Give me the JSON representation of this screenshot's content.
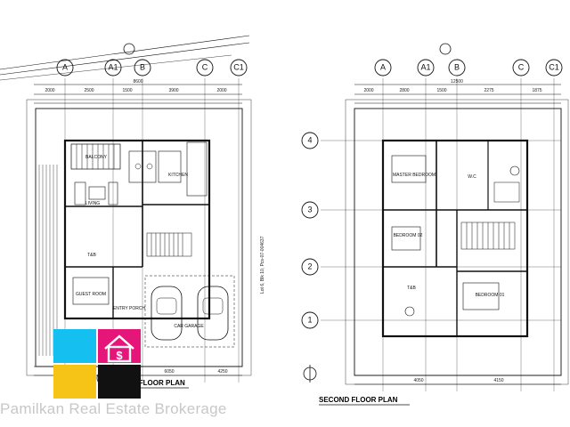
{
  "title_ground": "GROUND FLOOR PLAN",
  "title_second": "SECOND FLOOR PLAN",
  "grid_cols": [
    "A",
    "A1",
    "B",
    "C",
    "C1"
  ],
  "grid_rows_right": [
    "4",
    "3",
    "2",
    "1"
  ],
  "ground_rooms": [
    {
      "name": "BALCONY"
    },
    {
      "name": "KITCHEN"
    },
    {
      "name": "LIVING"
    },
    {
      "name": "GUEST ROOM"
    },
    {
      "name": "ENTRY PORCH"
    },
    {
      "name": "CAR GARAGE"
    },
    {
      "name": "T&B"
    }
  ],
  "second_rooms": [
    {
      "name": "MASTER BEDROOM"
    },
    {
      "name": "BEDROOM 02"
    },
    {
      "name": "BEDROOM 01"
    },
    {
      "name": "T&B"
    },
    {
      "name": "W.C"
    }
  ],
  "dims_top_left": [
    "2000",
    "2500",
    "1500",
    "3900",
    "2000"
  ],
  "dims_top_right": [
    "2000",
    "2800",
    "1500",
    "2275",
    "1875"
  ],
  "dims_bottom_left": [
    "4000",
    "6050",
    "4250"
  ],
  "dims_bottom_right": [
    "4050",
    "4150"
  ],
  "total_left": "8600",
  "total_right": "12500",
  "side_label": "Lot 6, Blk 10, Pcs-07-004637",
  "brand": {
    "watermark": "Pamilkan Real Estate Brokerage",
    "logo_colors": [
      "#15bff0",
      "#e6157a",
      "#f6c416",
      "#111111"
    ]
  }
}
